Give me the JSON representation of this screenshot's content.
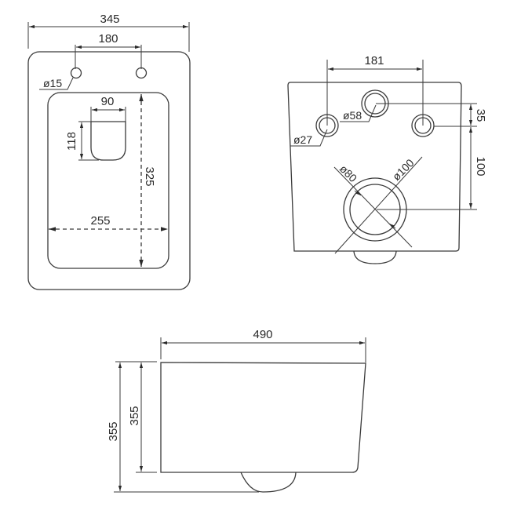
{
  "top_view": {
    "overall_width": "345",
    "hole_spacing": "180",
    "hole_diameter": "ø15",
    "outlet_width": "90",
    "outlet_depth": "118",
    "bowl_length": "325",
    "bowl_width": "255"
  },
  "rear_view": {
    "bolt_spacing": "181",
    "inlet_diameter": "ø58",
    "bolt_hole_diameter": "ø27",
    "inlet_offset": "35",
    "outlet_height": "100",
    "outlet_inner_diameter": "ø80",
    "outlet_outer_diameter": "ø100"
  },
  "side_view": {
    "depth": "490",
    "body_height": "355",
    "total_height": "355"
  },
  "colors": {
    "line": "#3a3a3a",
    "text": "#2a2a2a"
  }
}
